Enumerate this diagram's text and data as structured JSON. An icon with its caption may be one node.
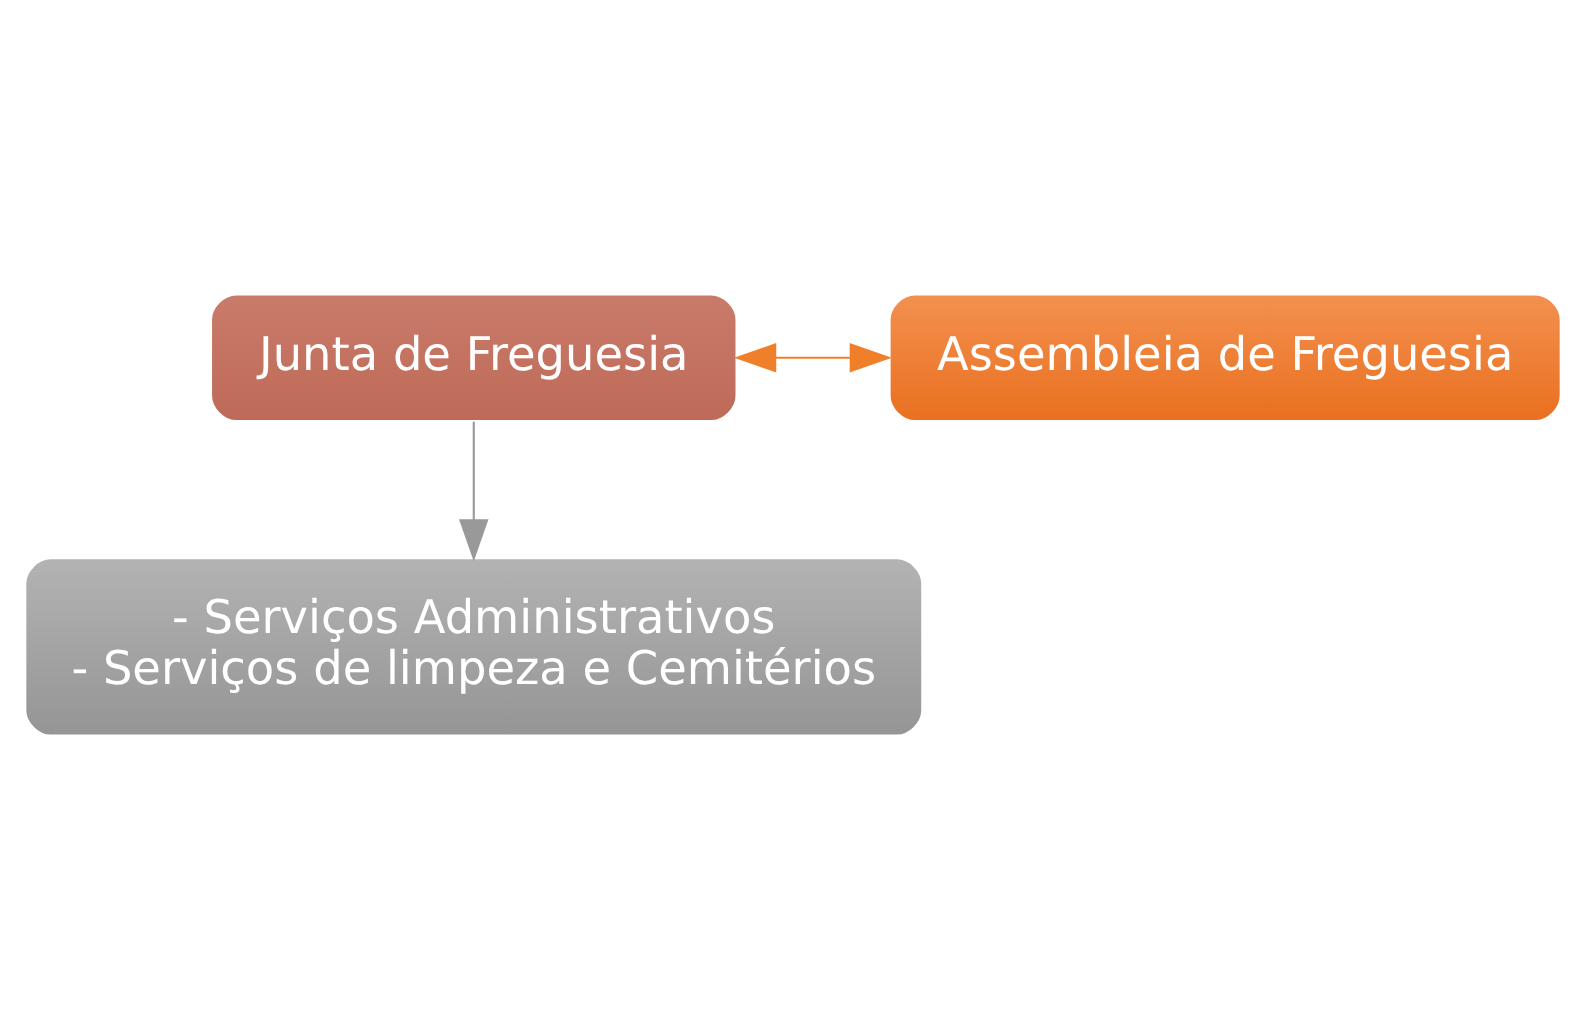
{
  "diagram": {
    "nodes": [
      {
        "text": [
          "Junta de Freguesia"
        ]
      },
      {
        "text": [
          "Assembleia de Freguesia"
        ]
      },
      {
        "text": [
          "- Serviços Administrativos",
          "- Serviços de limpeza e Cemitérios"
        ]
      }
    ],
    "edges": [
      {
        "from": 0,
        "to": 1,
        "arrow": "both",
        "color": "#f07f2a"
      },
      {
        "from": 0,
        "to": 2,
        "arrow": "to",
        "color": "#999999"
      }
    ]
  }
}
